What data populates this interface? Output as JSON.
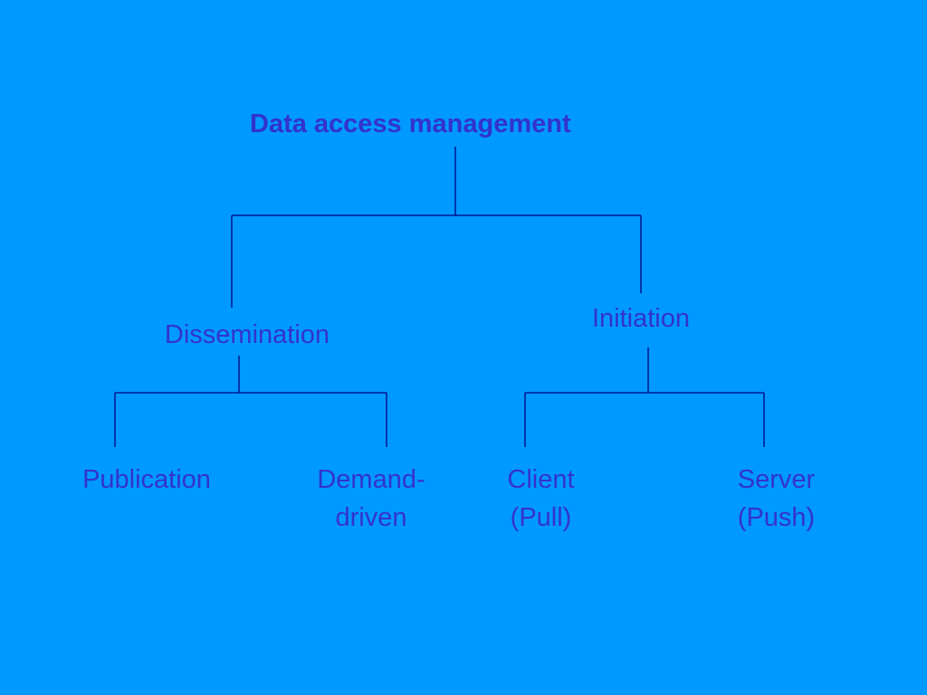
{
  "colors": {
    "background": "#0099ff",
    "text": "#3333cc",
    "connector": "#000080"
  },
  "diagram": {
    "root": "Data access management",
    "branches": [
      {
        "label": "Dissemination",
        "children": [
          {
            "lines": [
              "Publication"
            ]
          },
          {
            "lines": [
              "Demand-",
              "driven"
            ]
          }
        ]
      },
      {
        "label": "Initiation",
        "children": [
          {
            "lines": [
              "Client",
              "(Pull)"
            ]
          },
          {
            "lines": [
              "Server",
              "(Push)"
            ]
          }
        ]
      }
    ]
  }
}
